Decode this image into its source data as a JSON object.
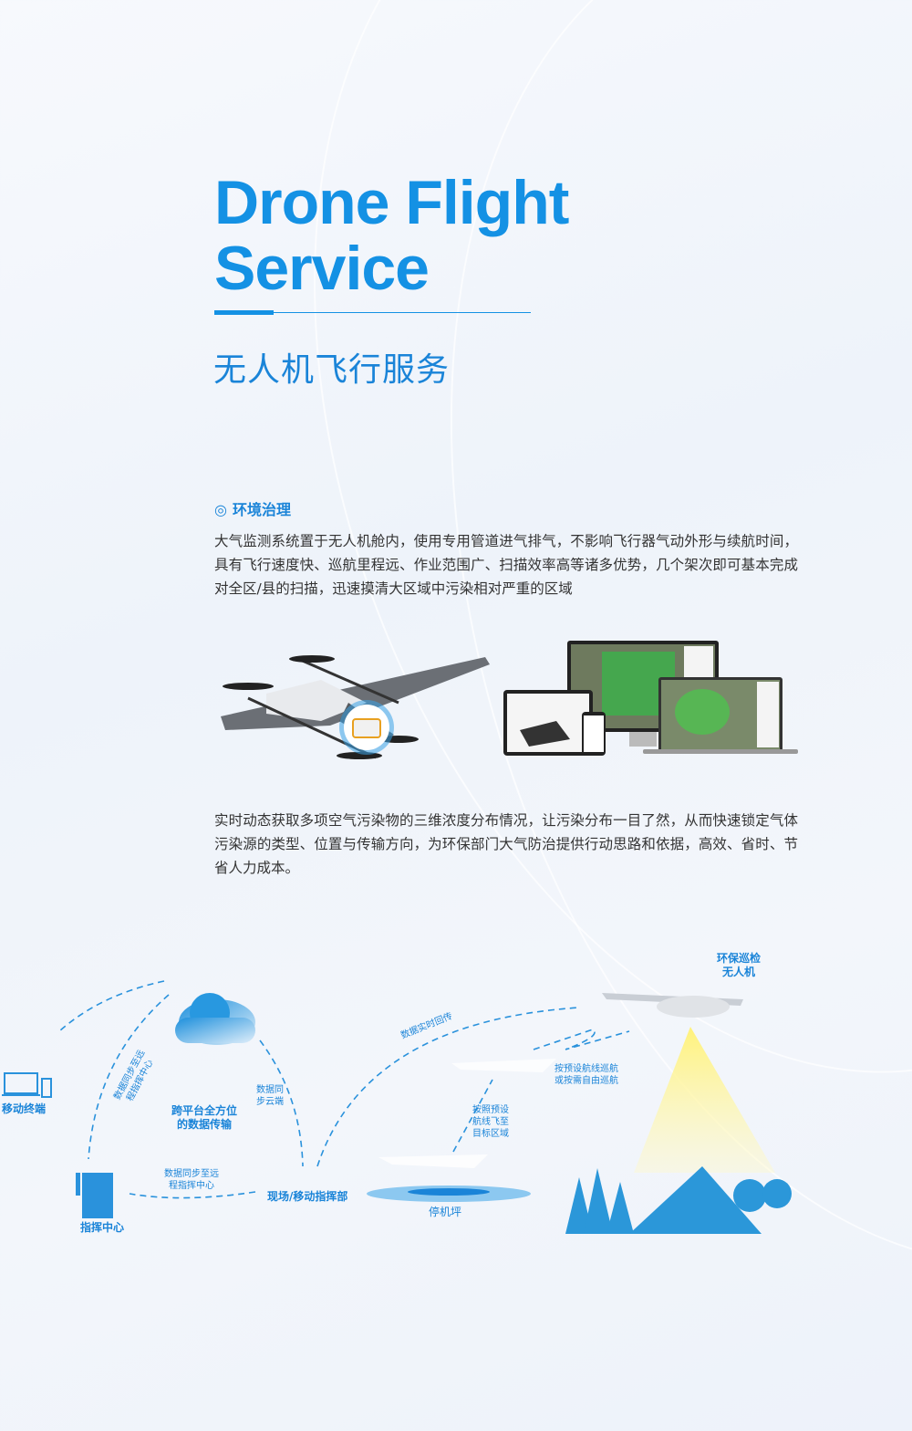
{
  "header": {
    "title_line1": "Drone Flight",
    "title_line2": "Service",
    "subtitle": "无人机飞行服务"
  },
  "section": {
    "icon": "circle-target-icon",
    "heading": "环境治理",
    "paragraph1": "大气监测系统置于无人机舱内，使用专用管道进气排气，不影响飞行器气动外形与续航时间，具有飞行速度快、巡航里程远、作业范围广、扫描效率高等诸多优势，几个架次即可基本完成对全区/县的扫描，迅速摸清大区域中污染相对严重的区域",
    "paragraph2": "实时动态获取多项空气污染物的三维浓度分布情况，让污染分布一目了然，从而快速锁定气体污染源的类型、位置与传输方向，为环保部门大气防治提供行动思路和依据，高效、省时、节省人力成本。"
  },
  "diagram": {
    "mobile_terminal": "移动终端",
    "sync_remote_diag": "数据同步至远程指挥中心",
    "cross_platform": "跨平台全方位的数据传输",
    "sync_cloud": "数据同步云端",
    "sync_remote": "数据同步至远程指挥中心",
    "command_center": "指挥中心",
    "field_command": "现场/移动指挥部",
    "realtime_return": "数据实时回传",
    "fly_to_target": "按照预设航线飞至目标区域",
    "cruise": "按预设航线巡航或按需自由巡航",
    "patrol_drone": "环保巡检无人机",
    "helipad": "停机坪"
  },
  "colors": {
    "accent": "#1491e4",
    "text": "#333333",
    "beam": "#fff27a",
    "trees": "#2b97d9"
  }
}
